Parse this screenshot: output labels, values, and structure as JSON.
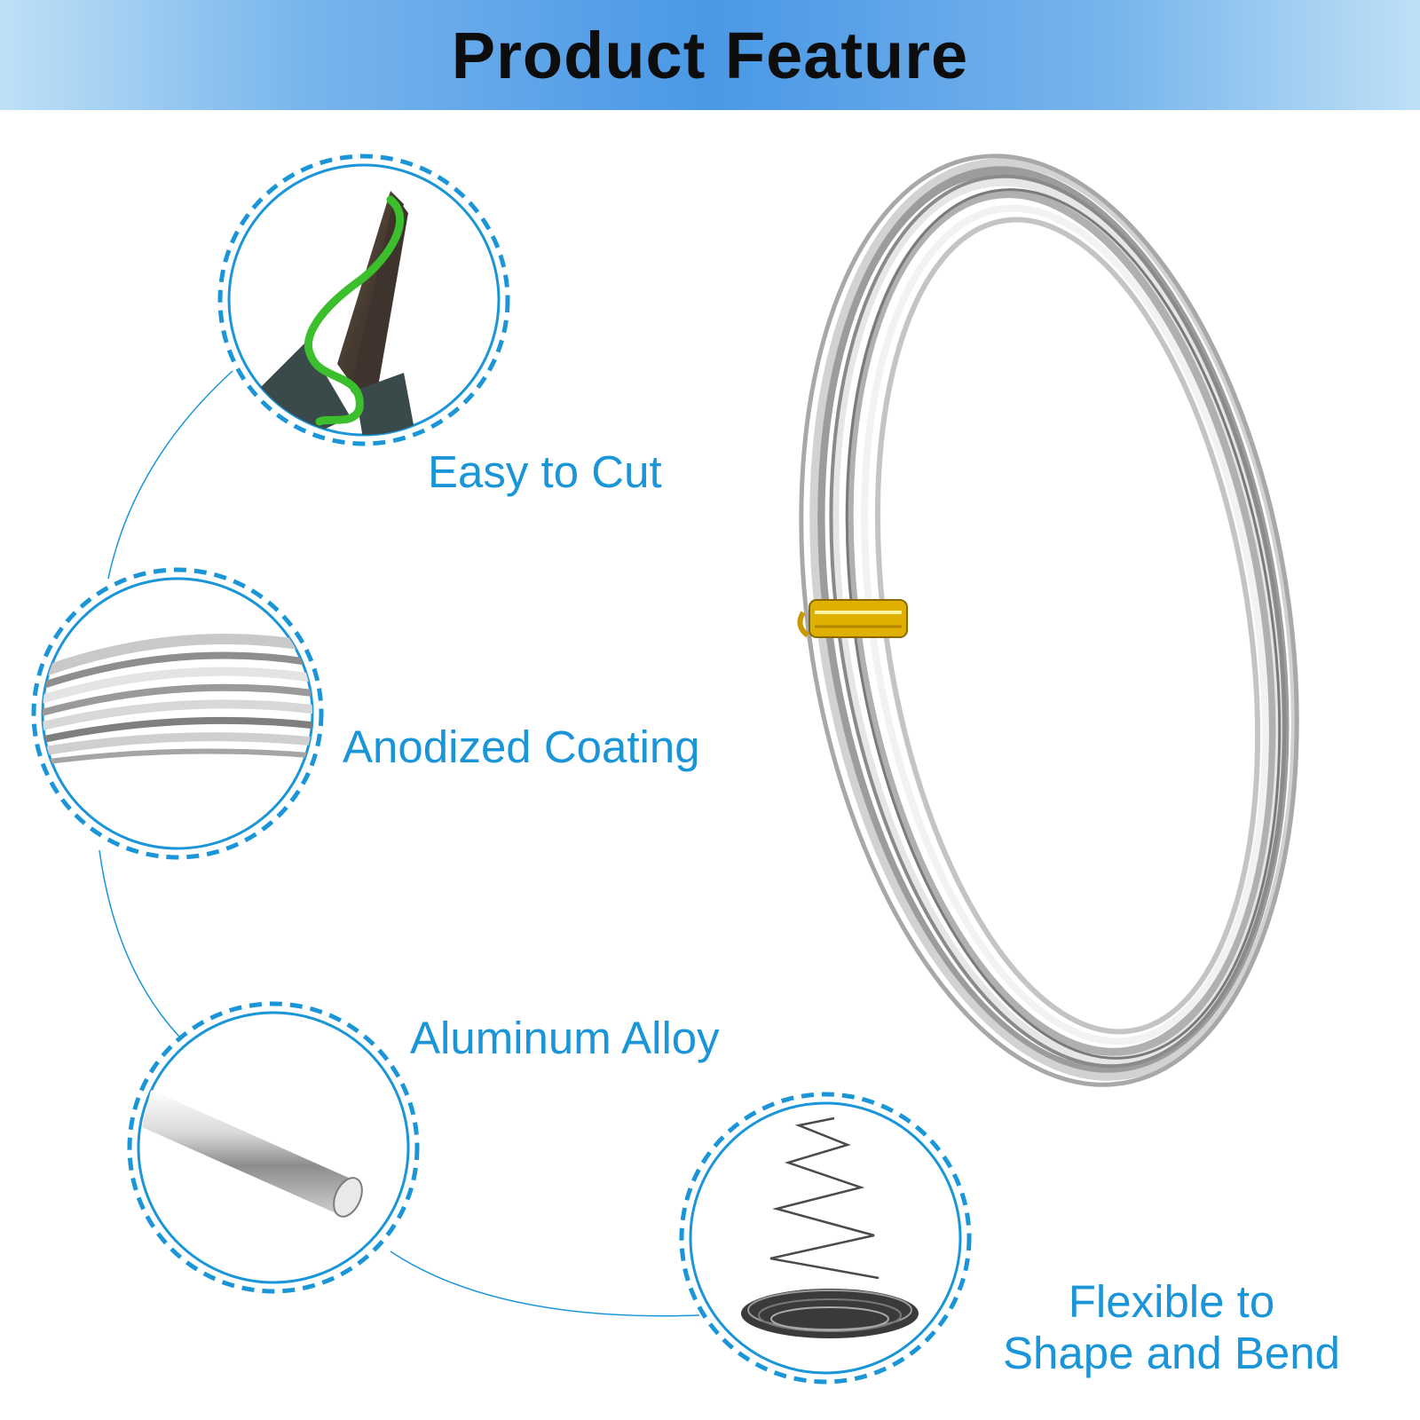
{
  "banner": {
    "title": "Product Feature"
  },
  "features": [
    {
      "label": "Easy to Cut",
      "icon": "pliers-cutting-wire-icon"
    },
    {
      "label": "Anodized Coating",
      "icon": "wire-coil-closeup-icon"
    },
    {
      "label": "Aluminum Alloy",
      "icon": "wire-rod-end-icon"
    },
    {
      "label_line1": "Flexible to",
      "label_line2": "Shape and Bend",
      "icon": "spiral-wire-icon"
    }
  ],
  "colors": {
    "accent": "#1a95d8",
    "banner_mid": "#4a98e6",
    "wire_silver": "#c8c8c8",
    "clip_gold": "#e0b000",
    "pliers_wire_green": "#3cbf2c"
  }
}
